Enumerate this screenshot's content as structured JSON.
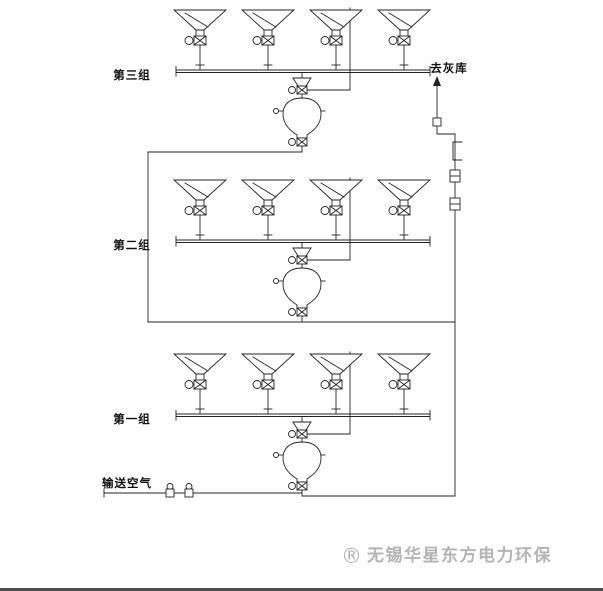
{
  "page": {
    "background": "#ffffff"
  },
  "diagram": {
    "groups": [
      {
        "id": "group-3",
        "label": "第三组",
        "hopper_count": 4
      },
      {
        "id": "group-2",
        "label": "第二组",
        "hopper_count": 4
      },
      {
        "id": "group-1",
        "label": "第一组",
        "hopper_count": 4
      }
    ],
    "to_ash_silo_label": "去灰库",
    "conveying_air_label": "输送空气"
  },
  "watermark": {
    "mark": "®",
    "text": "无锡华星东方电力环保"
  },
  "colors": {
    "line": "#232323",
    "label_text": "#101010",
    "watermark": "#b4b4b4",
    "background": "#ffffff",
    "bottom_bar": "#4e4e4e"
  }
}
